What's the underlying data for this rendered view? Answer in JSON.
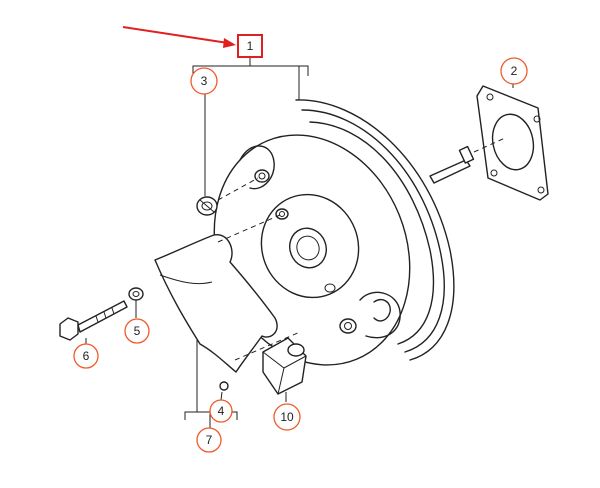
{
  "callouts": {
    "c1": "1",
    "c2": "2",
    "c3": "3",
    "c4": "4",
    "c5": "5",
    "c6": "6",
    "c7": "7",
    "c10": "10"
  },
  "colors": {
    "callout_ring": "#f05a28",
    "highlight": "#e02020",
    "line": "#222222"
  }
}
